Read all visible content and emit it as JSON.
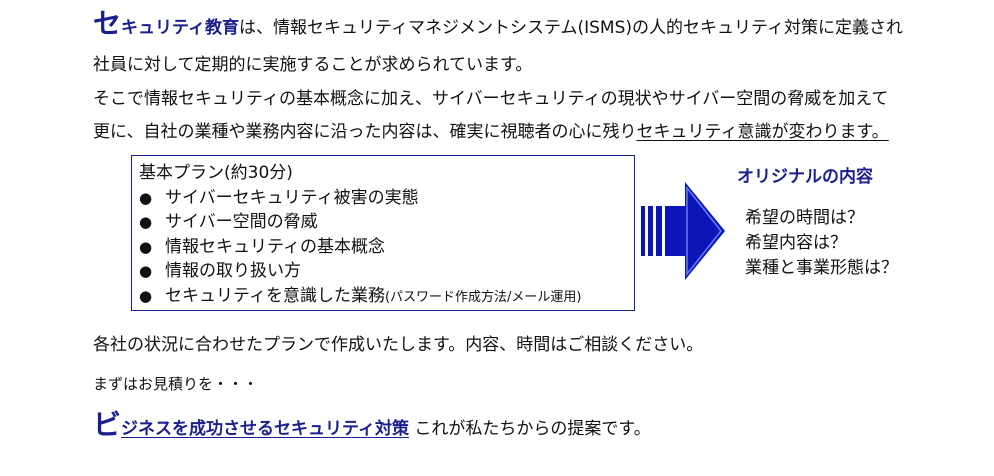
{
  "intro": {
    "kw_prefix_big": "セ",
    "kw_rest": "キュリティ教育",
    "line1_rest": "は、情報セキュリティマネジメントシステム(ISMS)の人的セキュリティ対策に定義され",
    "line2": "社員に対して定期的に実施することが求められています。",
    "line3": "そこで情報セキュリティの基本概念に加え、サイバーセキュリティの現状やサイバー空間の脅威を加えて",
    "line4_plain": "更に、自社の業種や業務内容に沿った内容は、確実に視聴者の心に残り",
    "line4_underlined": "セキュリティ意識が変わります。"
  },
  "plan": {
    "title": "基本プラン(約30分)",
    "bullet": "●",
    "items": [
      {
        "text": "サイバーセキュリティ被害の実態",
        "note": ""
      },
      {
        "text": "サイバー空間の脅威",
        "note": ""
      },
      {
        "text": "情報セキュリティの基本概念",
        "note": ""
      },
      {
        "text": "情報の取り扱い方",
        "note": ""
      },
      {
        "text": "セキュリティを意識した業務",
        "note": "(パスワード作成方法/メール運用)"
      }
    ]
  },
  "original": {
    "title": "オリジナルの内容",
    "items": [
      "希望の時間は？",
      "希望内容は？",
      "業種と事業形態は？"
    ]
  },
  "closing": {
    "line1": "各社の状況に合わせたプランで作成いたします。内容、時間はご相談ください。",
    "line2": "まずはお見積りを・・・",
    "kw_prefix_big": "ビ",
    "kw_rest": "ジネスを成功させるセキュリティ対策",
    "rest": " これが私たちからの提案です。"
  },
  "colors": {
    "accent": "#1a1f8c",
    "arrow": "#0a16b8"
  }
}
